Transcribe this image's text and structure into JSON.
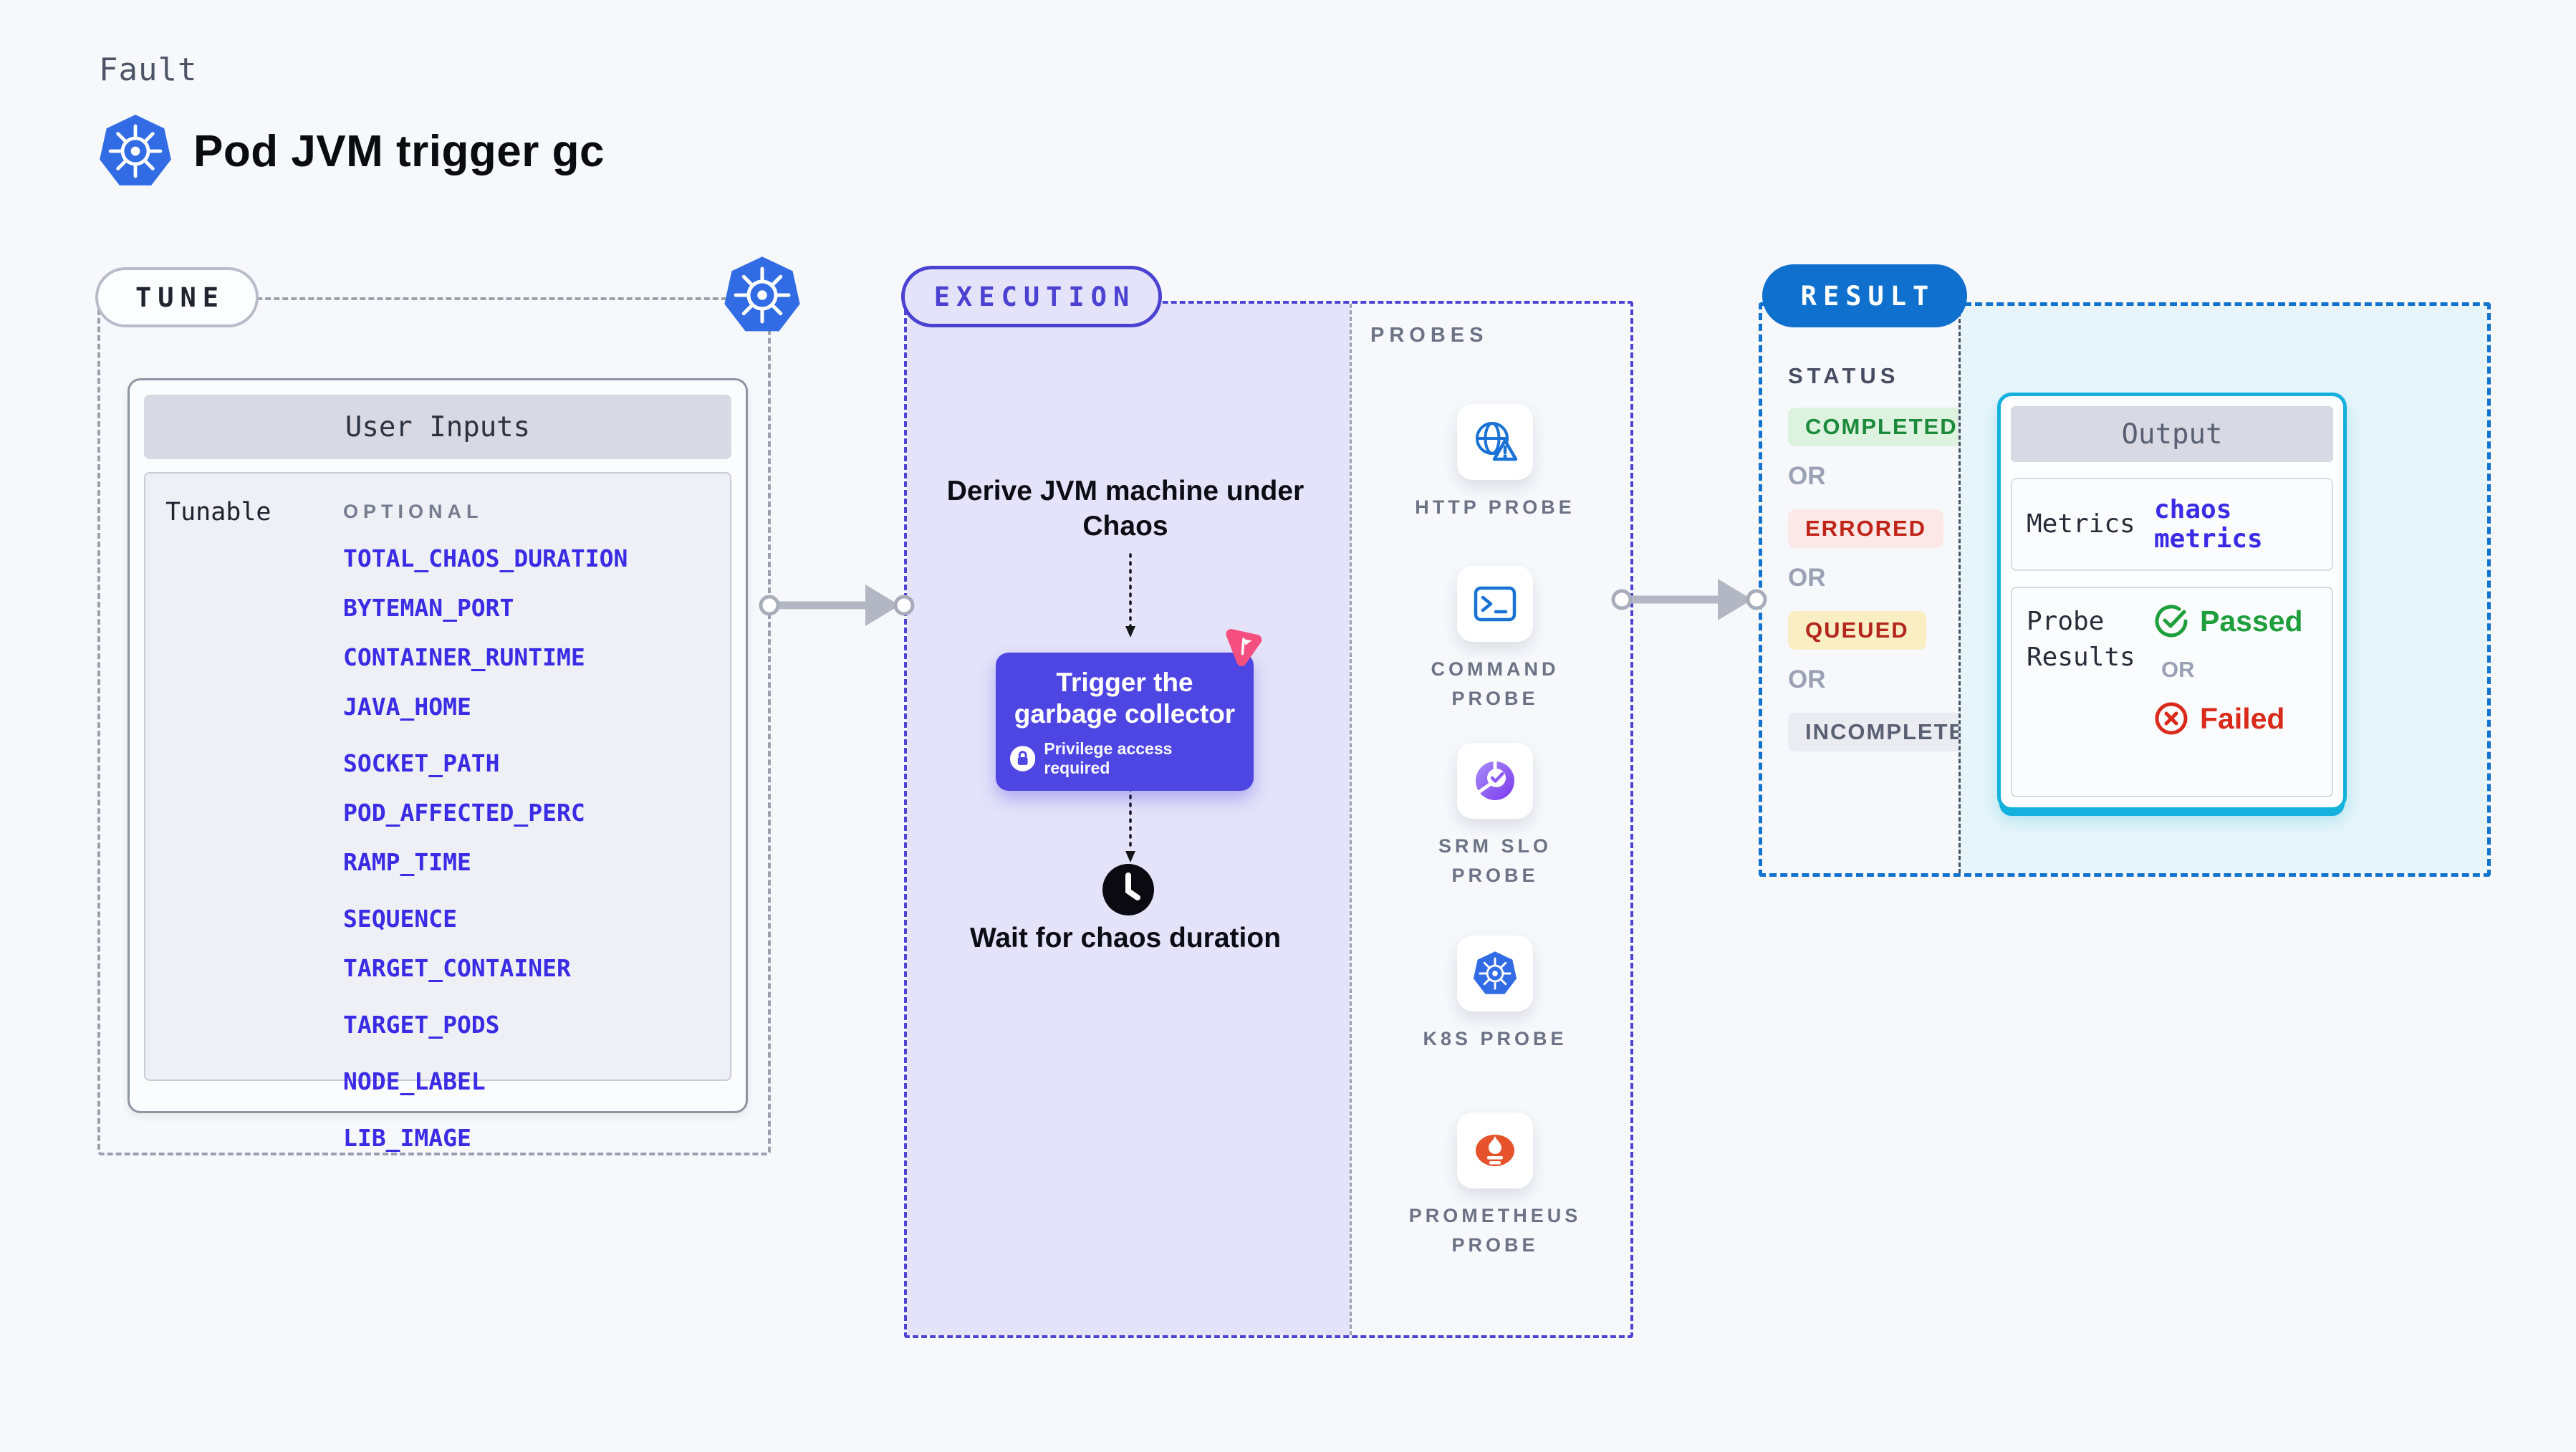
{
  "header": {
    "eyebrow": "Fault",
    "title": "Pod JVM trigger gc"
  },
  "tune": {
    "badge": "TUNE",
    "card_title": "User Inputs",
    "row_label": "Tunable",
    "group_label": "OPTIONAL",
    "params": [
      "TOTAL_CHAOS_DURATION",
      "BYTEMAN_PORT",
      "CONTAINER_RUNTIME",
      "JAVA_HOME",
      "SOCKET_PATH",
      "POD_AFFECTED_PERC",
      "RAMP_TIME",
      "SEQUENCE",
      "TARGET_CONTAINER",
      "TARGET_PODS",
      "NODE_LABEL",
      "LIB_IMAGE"
    ]
  },
  "execution": {
    "badge": "EXECUTION",
    "step_derive": "Derive JVM machine under Chaos",
    "node_title": "Trigger the garbage collector",
    "node_note": "Privilege access required",
    "step_wait": "Wait for chaos duration"
  },
  "probes": {
    "label": "PROBES",
    "items": [
      {
        "label": "HTTP PROBE",
        "icon": "http-probe-icon"
      },
      {
        "label": "COMMAND PROBE",
        "icon": "command-probe-icon"
      },
      {
        "label": "SRM SLO PROBE",
        "icon": "srm-slo-probe-icon"
      },
      {
        "label": "K8S PROBE",
        "icon": "k8s-probe-icon"
      },
      {
        "label": "PROMETHEUS PROBE",
        "icon": "prometheus-probe-icon"
      }
    ]
  },
  "result": {
    "badge": "RESULT",
    "status_label": "STATUS",
    "or": "OR",
    "statuses": [
      {
        "label": "COMPLETED",
        "fg": "#1b8a3a",
        "bg": "#ddf3e0"
      },
      {
        "label": "ERRORED",
        "fg": "#c02419",
        "bg": "#fce9e7"
      },
      {
        "label": "QUEUED",
        "fg": "#b3261c",
        "bg": "#faeec4"
      },
      {
        "label": "INCOMPLETED",
        "fg": "#5a6073",
        "bg": "#ebecf1"
      }
    ],
    "output": {
      "title": "Output",
      "metrics_label": "Metrics",
      "metrics_value": "chaos metrics",
      "probe_results_label": "Probe Results",
      "passed": "Passed",
      "or": "OR",
      "failed": "Failed"
    }
  },
  "colors": {
    "page_bg": "#f7f8fb",
    "param_link": "#3a2be4",
    "kubernetes_blue": "#326ce5",
    "execution_accent": "#4b42d2",
    "execution_fill": "#e5e3f9",
    "node_purple": "#4e46e2",
    "flag_pink": "#f44f7e",
    "result_blue": "#1070cd",
    "output_border_cyan": "#15b1de",
    "result_panel_bg": "#e7f5fa",
    "passed_green": "#1f9e3c",
    "failed_red": "#d92a1b",
    "probe_icon_blue": "#1a72d4",
    "prometheus_orange": "#e6522c"
  }
}
